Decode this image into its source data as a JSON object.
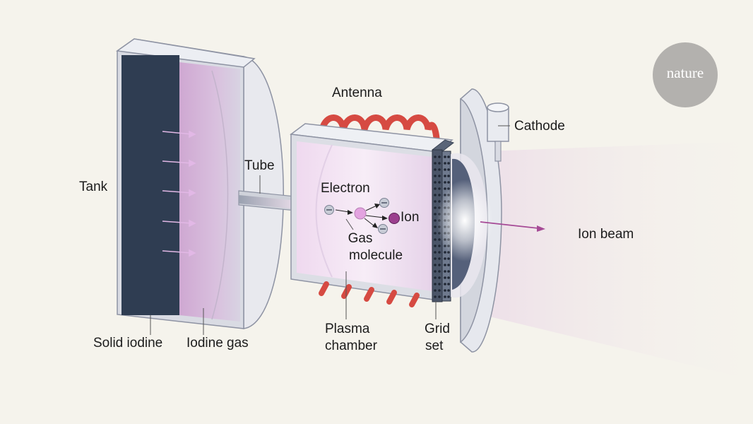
{
  "labels": {
    "tank": "Tank",
    "tube": "Tube",
    "antenna": "Antenna",
    "cathode": "Cathode",
    "electron": "Electron",
    "ion": "Ion",
    "gas_molecule_line1": "Gas",
    "gas_molecule_line2": "molecule",
    "ion_beam": "Ion beam",
    "solid_iodine": "Solid iodine",
    "iodine_gas": "Iodine gas",
    "plasma_chamber_line1": "Plasma",
    "plasma_chamber_line2": "chamber",
    "grid_set_line1": "Grid",
    "grid_set_line2": "set"
  },
  "logo": {
    "text": "nature"
  },
  "colors": {
    "background": "#f5f3ec",
    "solid_iodine": "#2f3d52",
    "iodine_gas": "#c9a3cf",
    "antenna": "#d64a42",
    "ion": "#9b3f8e",
    "beam_arrow": "#a64a96",
    "logo": "#b3b1ae"
  }
}
